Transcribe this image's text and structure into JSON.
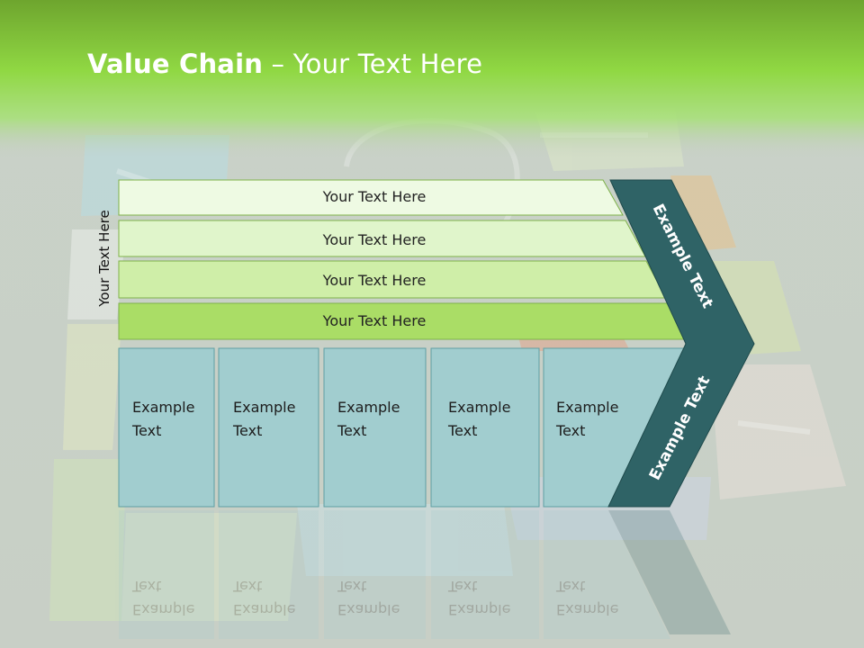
{
  "title": {
    "bold": "Value Chain",
    "rest": " – Your Text Here"
  },
  "side_label": "Your Text Here",
  "support_rows": [
    {
      "label": "Your Text Here",
      "color": "#eefae3"
    },
    {
      "label": "Your Text Here",
      "color": "#e0f5cb"
    },
    {
      "label": "Your Text Here",
      "color": "#cfeea8"
    },
    {
      "label": "Your Text Here",
      "color": "#aadd66"
    }
  ],
  "primary_boxes": [
    {
      "line1": "Example",
      "line2": "Text"
    },
    {
      "line1": "Example",
      "line2": "Text"
    },
    {
      "line1": "Example",
      "line2": "Text"
    },
    {
      "line1": "Example",
      "line2": "Text"
    },
    {
      "line1": "Example",
      "line2": "Text"
    }
  ],
  "arrow": {
    "upper_label": "Example Text",
    "lower_label": "Example Text",
    "color": "#2f6366"
  },
  "colors": {
    "header_green": "#8fd443",
    "box_teal": "#a1cdcf",
    "row_stroke": "#7fb24a"
  }
}
